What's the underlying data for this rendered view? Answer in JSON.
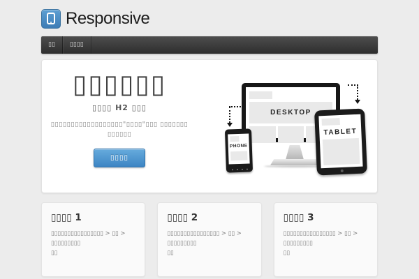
{
  "logo": {
    "text": "Responsive",
    "icon": "smartphone-icon"
  },
  "nav": {
    "items": [
      {
        "label": "▯▯"
      },
      {
        "label": "▯▯▯▯"
      }
    ]
  },
  "hero": {
    "heading": "▯▯▯▯▯▯",
    "tagline": "▯▯▯▯ H2 ▯▯▯",
    "body_line1": "▯▯▯▯▯▯▯▯▯▯▯▯▯▯▯▯▯▯\"▯▯▯▯\"▯▯▯ ▯▯▯▯▯▯▯",
    "body_line2": "▯▯▯▯▯▯",
    "cta_label": "▯▯▯▯"
  },
  "devices": {
    "desktop_label": "DESKTOP",
    "tablet_label": "TABLET",
    "phone_label": "PHONE"
  },
  "widgets": [
    {
      "title": "▯▯▯▯ 1",
      "body_line1": "▯▯▯▯▯▯▯▯▯▯▯▯▯▯▯▯ > ▯▯ > ▯▯▯▯▯▯▯▯▯",
      "body_line2": "▯▯"
    },
    {
      "title": "▯▯▯▯ 2",
      "body_line1": "▯▯▯▯▯▯▯▯▯▯▯▯▯▯▯▯ > ▯▯ > ▯▯▯▯▯▯▯▯▯",
      "body_line2": "▯▯"
    },
    {
      "title": "▯▯▯▯ 3",
      "body_line1": "▯▯▯▯▯▯▯▯▯▯▯▯▯▯▯▯ > ▯▯ > ▯▯▯▯▯▯▯▯▯",
      "body_line2": "▯▯"
    }
  ],
  "colors": {
    "page_bg": "#ececec",
    "navbar_dark": "#3c3c3c",
    "accent_blue": "#3d85c4",
    "logo_blue": "#4a8fc6",
    "device_frame": "#171717"
  }
}
